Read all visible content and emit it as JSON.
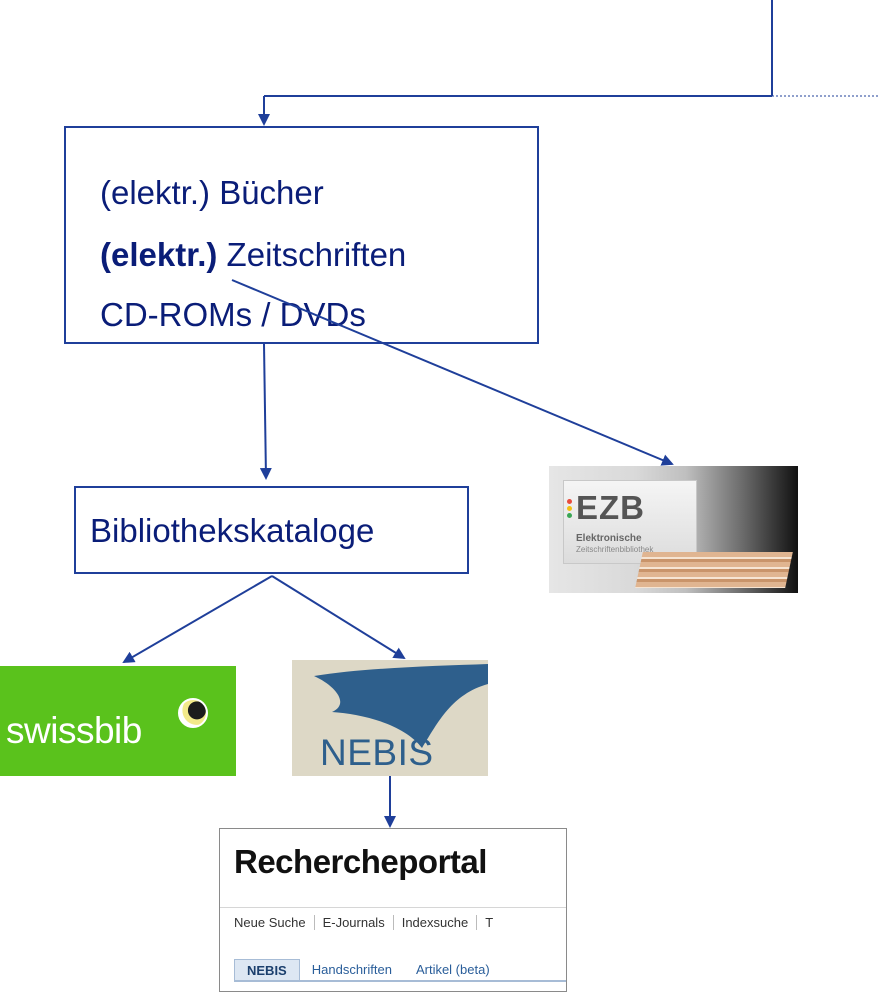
{
  "media_box": {
    "line1": "(elektr.) Bücher",
    "line2_bold": "(elektr.)",
    "line2_rest": " Zeitschriften",
    "line3": "CD-ROMs / DVDs"
  },
  "catalog_box": {
    "label": "Bibliothekskataloge"
  },
  "ezb_logo": {
    "mark": "EZB",
    "subtitle1": "Elektronische",
    "subtitle2": "Zeitschriftenbibliothek",
    "dot_colors": [
      "#e84c3d",
      "#f2c014",
      "#3aa655"
    ]
  },
  "swissbib_logo": {
    "text": "swissbib",
    "background": "#5ac21c"
  },
  "nebis_logo": {
    "text": "NEBIS",
    "swoosh_color": "#2e5f8c"
  },
  "rechercheportal": {
    "title": "Rechercheportal",
    "nav": [
      "Neue Suche",
      "E-Journals",
      "Indexsuche",
      "T"
    ],
    "tabs": [
      {
        "label": "NEBIS",
        "active": true
      },
      {
        "label": "Handschriften",
        "active": false
      },
      {
        "label": "Artikel (beta)",
        "active": false
      }
    ]
  },
  "colors": {
    "connector": "#1f3f9a",
    "text": "#0a1d78"
  }
}
